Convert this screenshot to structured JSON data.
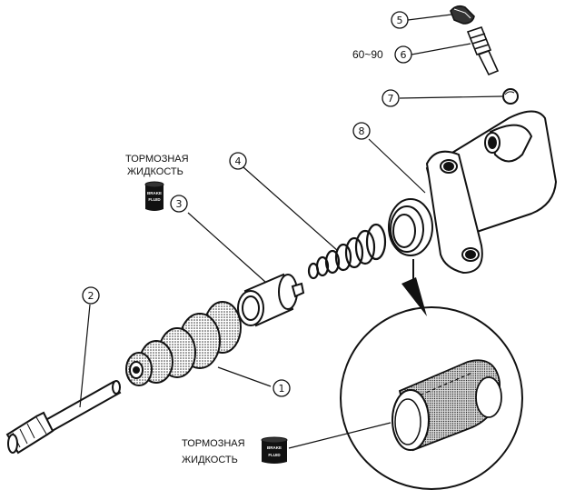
{
  "labels": {
    "brake_fluid_top": [
      "ТОРМОЗНАЯ",
      "ЖИДКОСТЬ"
    ],
    "brake_fluid_bottom": [
      "ТОРМОЗНАЯ",
      "ЖИДКОСТЬ"
    ],
    "torque": "60~90",
    "bottle_text": [
      "BRAKE",
      "FLUID"
    ]
  },
  "callouts": [
    {
      "id": "1",
      "part": "boot"
    },
    {
      "id": "2",
      "part": "push-rod"
    },
    {
      "id": "3",
      "part": "piston"
    },
    {
      "id": "4",
      "part": "spring"
    },
    {
      "id": "5",
      "part": "bleeder-cap"
    },
    {
      "id": "6",
      "part": "bleeder-screw"
    },
    {
      "id": "7",
      "part": "steel-ball"
    },
    {
      "id": "8",
      "part": "cylinder-body"
    }
  ],
  "icons": [
    "brake-fluid-bottle-icon",
    "magnifier-circle"
  ],
  "colors": {
    "ink": "#111111",
    "paper": "#ffffff",
    "shade": "#555555"
  }
}
